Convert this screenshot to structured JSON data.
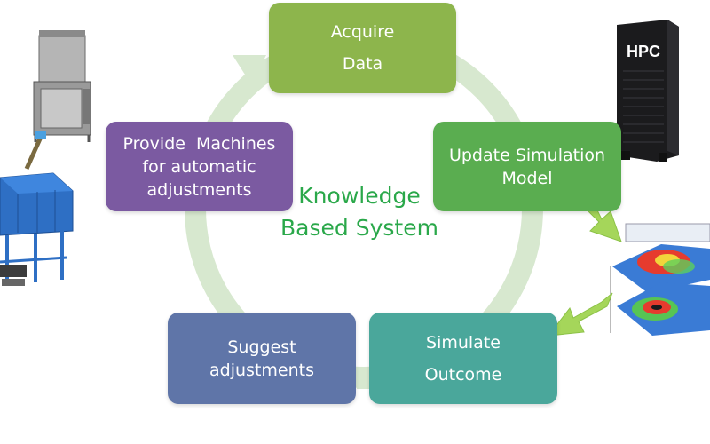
{
  "center": {
    "line1": "Knowledge",
    "line2": "Based System"
  },
  "steps": [
    {
      "id": "acquire",
      "lines": [
        "Acquire",
        "Data"
      ],
      "color": "#8db54c"
    },
    {
      "id": "update",
      "lines": [
        "Update Simulation",
        "Model"
      ],
      "color": "#5aad50"
    },
    {
      "id": "simulate",
      "lines": [
        "Simulate",
        "Outcome"
      ],
      "color": "#4aa79b"
    },
    {
      "id": "suggest",
      "lines": [
        "Suggest",
        "adjustments"
      ],
      "color": "#5f75a8"
    },
    {
      "id": "provide",
      "lines": [
        "Provide  Machines",
        "for automatic",
        "adjustments"
      ],
      "color": "#7b5aa1"
    }
  ],
  "hpc": {
    "label": "HPC"
  },
  "colors": {
    "cycle_ring": "#d7e8cf",
    "flow_arrow": "#a5d65a",
    "center_text": "#2aa84a",
    "server": "#1b1b1d",
    "machine_blue": "#2e6fc4"
  },
  "icons": [
    "server-rack-icon",
    "machine-icon",
    "simulation-plot-icon",
    "flow-arrow-icon"
  ]
}
